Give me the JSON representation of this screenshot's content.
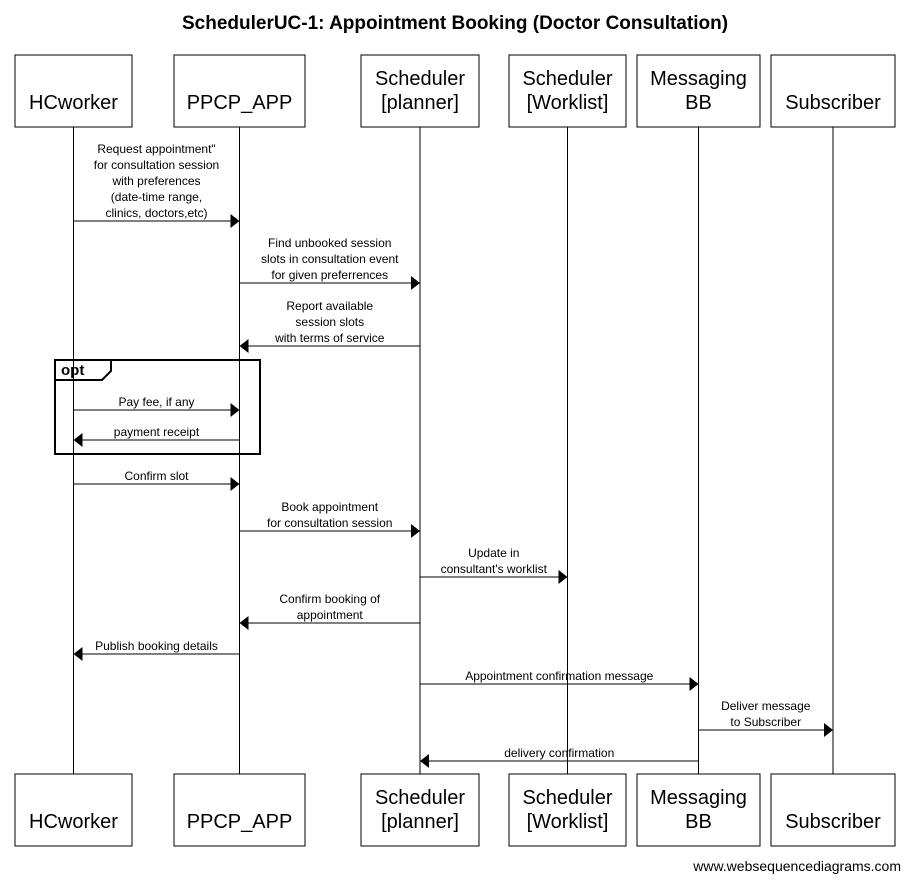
{
  "title": "SchedulerUC-1: Appointment Booking (Doctor Consultation)",
  "footer": "www.websequencediagrams.com",
  "participants": [
    {
      "id": "hc",
      "lines": [
        "HCworker"
      ]
    },
    {
      "id": "ppcp",
      "lines": [
        "PPCP_APP"
      ]
    },
    {
      "id": "planner",
      "lines": [
        "Scheduler",
        "[planner]"
      ]
    },
    {
      "id": "worklist",
      "lines": [
        "Scheduler",
        "[Worklist]"
      ]
    },
    {
      "id": "msg",
      "lines": [
        "Messaging",
        "BB"
      ]
    },
    {
      "id": "sub",
      "lines": [
        "Subscriber"
      ]
    }
  ],
  "fragment": {
    "label": "opt"
  },
  "messages": [
    {
      "from": "hc",
      "to": "ppcp",
      "lines": [
        "Request appointment\"",
        "for consultation session",
        "with preferences",
        "(date-time range,",
        "clinics, doctors,etc)"
      ]
    },
    {
      "from": "ppcp",
      "to": "planner",
      "lines": [
        "Find unbooked session",
        "slots in consultation event",
        "for given preferrences"
      ]
    },
    {
      "from": "planner",
      "to": "ppcp",
      "lines": [
        "Report available",
        "session slots",
        "with terms of service"
      ]
    },
    {
      "from": "hc",
      "to": "ppcp",
      "lines": [
        "Pay fee, if any"
      ]
    },
    {
      "from": "ppcp",
      "to": "hc",
      "lines": [
        "payment receipt"
      ]
    },
    {
      "from": "hc",
      "to": "ppcp",
      "lines": [
        "Confirm slot"
      ]
    },
    {
      "from": "ppcp",
      "to": "planner",
      "lines": [
        "Book appointment",
        "for consultation session"
      ]
    },
    {
      "from": "planner",
      "to": "worklist",
      "lines": [
        "Update in",
        "consultant's worklist"
      ]
    },
    {
      "from": "planner",
      "to": "ppcp",
      "lines": [
        "Confirm booking of",
        "appointment"
      ]
    },
    {
      "from": "ppcp",
      "to": "hc",
      "lines": [
        "Publish booking details"
      ]
    },
    {
      "from": "planner",
      "to": "msg",
      "lines": [
        "Appointment confirmation message"
      ]
    },
    {
      "from": "msg",
      "to": "sub",
      "lines": [
        "Deliver message",
        "to Subscriber"
      ]
    },
    {
      "from": "msg",
      "to": "planner",
      "lines": [
        "delivery confirmation"
      ]
    }
  ]
}
